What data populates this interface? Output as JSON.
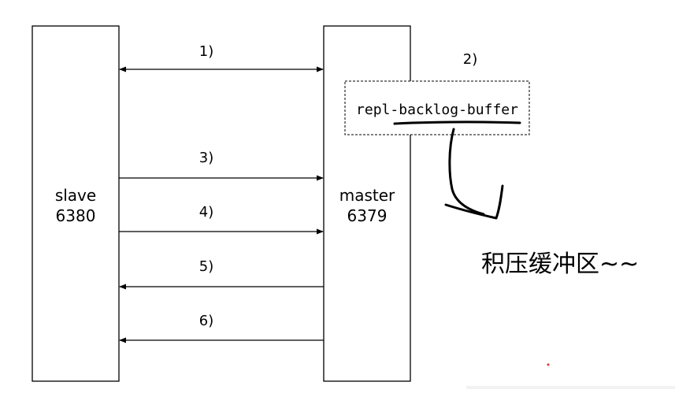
{
  "nodes": {
    "slave": {
      "name": "slave",
      "port": "6380"
    },
    "master": {
      "name": "master",
      "port": "6379"
    }
  },
  "buffer": {
    "label": "repl-backlog-buffer",
    "step": "2)"
  },
  "annotation": "积压缓冲区~~",
  "steps": [
    {
      "label": "1)",
      "direction": "both"
    },
    {
      "label": "3)",
      "direction": "to-master"
    },
    {
      "label": "4)",
      "direction": "to-master"
    },
    {
      "label": "5)",
      "direction": "to-slave"
    },
    {
      "label": "6)",
      "direction": "to-slave"
    }
  ]
}
